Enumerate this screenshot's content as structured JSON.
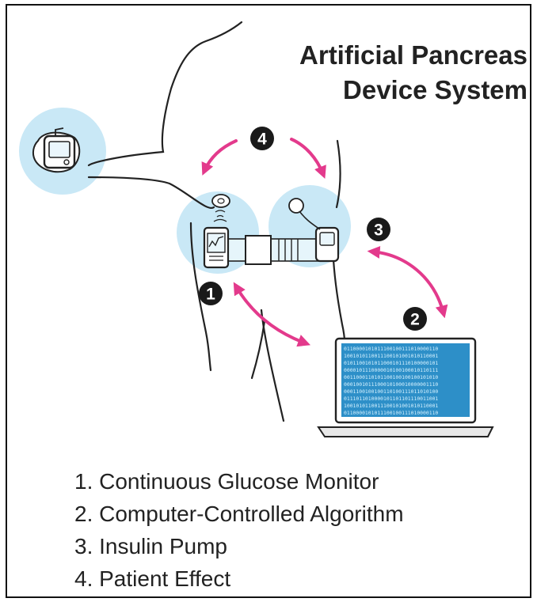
{
  "title": {
    "line1": "Artificial Pancreas",
    "line2": "Device System"
  },
  "badges": [
    "1",
    "2",
    "3",
    "4"
  ],
  "legend": [
    "1. Continuous Glucose Monitor",
    "2. Computer-Controlled Algorithm",
    "3. Insulin Pump",
    "4. Patient Effect"
  ],
  "laptop_code": [
    "0110000101011100100111010000110",
    "1001010110011100101001010110001",
    "0101100101011000101110100000101",
    "0000101110000010100100010110111",
    "0011000110101100100100100101010",
    "0001001011100010100010000001110",
    "0001100100100110100111011010100",
    "0111011010000101101101110011001",
    "1001010110011100101001010110001",
    "0110000101011100100111010000110"
  ],
  "colors": {
    "arrow": "#e33a8c",
    "highlight": "#c9e8f6",
    "badge": "#1a1a1a",
    "screen": "#2d8fc8"
  }
}
